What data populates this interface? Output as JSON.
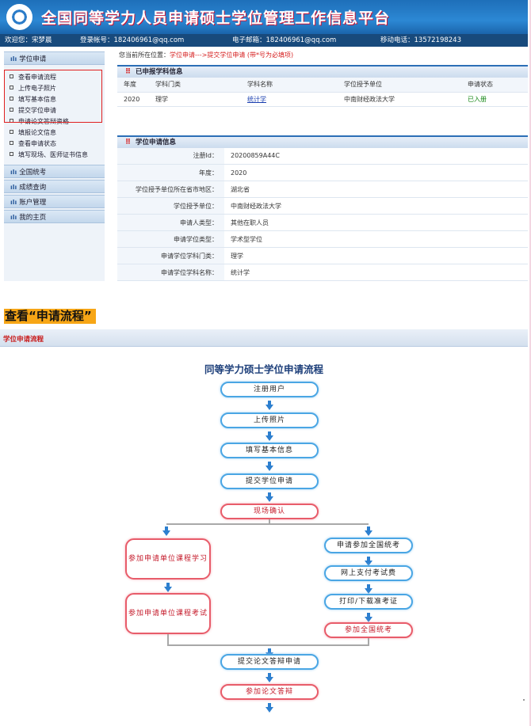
{
  "banner": {
    "title": "全国同等学力人员申请硕士学位管理工作信息平台"
  },
  "infobar": {
    "welcome": "欢迎您：宋梦晨",
    "account": "登录帐号：182406961@qq.com",
    "email": "电子邮箱：182406961@qq.com",
    "phone": "移动电话：13572198243"
  },
  "sidebar": {
    "section1": "学位申请",
    "items": [
      "查看申请流程",
      "上传电子照片",
      "填写基本信息",
      "提交学位申请",
      "申请论文答辩资格",
      "填报论文信息",
      "查看申请状态",
      "填写现场、医师证书信息"
    ],
    "section2": "全国统考",
    "section3": "成绩查询",
    "section4": "账户管理",
    "section5": "我的主页"
  },
  "breadcrumb": {
    "prefix": "您当前所在位置：",
    "path": "学位申请--->提交学位申请 (带*号为必填项)"
  },
  "reported": {
    "title": "已申报学科信息",
    "headers": [
      "年度",
      "学科门类",
      "学科名称",
      "学位授予单位",
      "申请状态"
    ],
    "row": [
      "2020",
      "理学",
      "统计学",
      "中南财经政法大学",
      "已入册"
    ]
  },
  "application": {
    "title": "学位申请信息",
    "rows": [
      {
        "k": "注册Id：",
        "v": "20200859A44C"
      },
      {
        "k": "年度：",
        "v": "2020"
      },
      {
        "k": "学位授予单位所在省市地区：",
        "v": "湖北省"
      },
      {
        "k": "学位授予单位：",
        "v": "中南财经政法大学"
      },
      {
        "k": "申请人类型：",
        "v": "其他在职人员"
      },
      {
        "k": "申请学位类型：",
        "v": "学术型学位"
      },
      {
        "k": "申请学位学科门类：",
        "v": "理学"
      },
      {
        "k": "申请学位学科名称：",
        "v": "统计学"
      }
    ]
  },
  "section_title": "查看“申请流程”",
  "flow": {
    "tab": "学位申请流程",
    "title": "同等学力硕士学位申请流程",
    "steps": [
      "注册用户",
      "上传照片",
      "填写基本信息",
      "提交学位申请",
      "现场确认"
    ],
    "left": [
      "参加申请单位课程学习",
      "参加申请单位课程考试"
    ],
    "right": [
      "申请参加全国统考",
      "网上支付考试费",
      "打印/下载准考证",
      "参加全国统考"
    ],
    "tail": [
      "提交论文答辩申请",
      "参加论文答辩"
    ]
  },
  "colors": {
    "banner": "#2c88d4",
    "infobar": "#184a7c",
    "highlight": "#f7a616",
    "step_border": "#4aa6e4",
    "key_step_border": "#e85c6a"
  }
}
